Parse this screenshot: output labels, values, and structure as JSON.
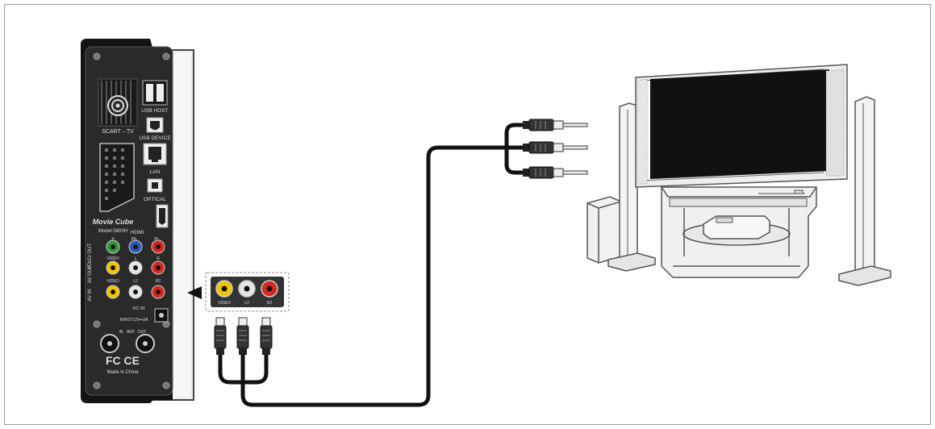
{
  "device": {
    "brand": "Movie Cube",
    "model": "Model:S800H",
    "ports": {
      "scart": "SCART→TV",
      "usb_host": "USB HOST",
      "usb_device": "USB DEVICE",
      "lan": "LAN",
      "optical": "OPTICAL",
      "hdmi": "HDMI",
      "ycbcr_out": "YCbCr OUT",
      "av_out": "AV OUT",
      "av_in": "AV IN",
      "y": "Y",
      "pb": "Pb",
      "pr": "Pr",
      "video": "VIDEO",
      "l": "L",
      "r": "R",
      "video2": "VIDEO",
      "l2": "L2",
      "r2": "R2",
      "dc_in": "DC-IN",
      "input": "INPUT:12V⎓3A",
      "ant_in": "IN",
      "ant": "ANT",
      "ant_out": "OUT",
      "cert": "FC CE",
      "made_in": "Made in China"
    }
  },
  "callout": {
    "video": "VIDEO",
    "l2": "L2",
    "r2": "R2"
  },
  "colors": {
    "yellow": "#f2c400",
    "white": "#e6e6e6",
    "red": "#d8271c",
    "green": "#2e9a3a",
    "blue": "#2a5bb8",
    "cable": "#111111"
  }
}
